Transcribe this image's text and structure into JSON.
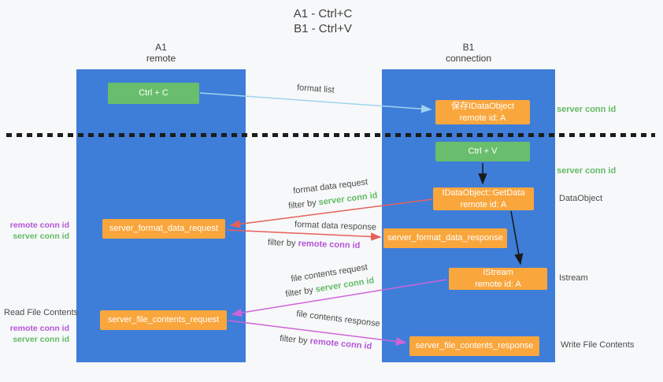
{
  "title": {
    "line1": "A1 - Ctrl+C",
    "line2": "B1 - Ctrl+V"
  },
  "columns": {
    "left": {
      "name": "A1",
      "subtitle": "remote"
    },
    "right": {
      "name": "B1",
      "subtitle": "connection"
    }
  },
  "nodes": {
    "ctrl_c": "Ctrl + C",
    "ctrl_v": "Ctrl + V",
    "save_dataobject": {
      "line1": "保存IDataObject",
      "line2": "remote id: A"
    },
    "getdata": {
      "line1": "IDataObject::GetData",
      "line2": "remote id: A"
    },
    "istream": {
      "line1": "IStream",
      "line2": "remote id: A"
    },
    "format_request": "server_format_data_request",
    "format_response": "server_format_data_response",
    "file_request": "server_file_contents_request",
    "file_response": "server_file_contents_response"
  },
  "arrow_labels": {
    "format_list": "format list",
    "format_data_request": "format data request",
    "format_data_response": "format data response",
    "file_contents_request": "file contents request",
    "file_contents_response": "file contents response",
    "filter_by": "filter by",
    "server_conn_id": "server conn id",
    "remote_conn_id": "remote conn id"
  },
  "side_labels": {
    "server_conn_id_top": "server conn id",
    "server_conn_id_mid": "server conn id",
    "dataobject": "DataObject",
    "istream": "Istream",
    "read_file_contents": "Read File Contents",
    "write_file_contents": "Write File Contents",
    "remote_conn_id": "remote conn id",
    "server_conn_id": "server conn id"
  },
  "colors": {
    "background": "#f7f8f9",
    "column_blue": "#3e7ed9",
    "node_green": "#68be6c",
    "node_orange": "#f9a63d",
    "arrow_blue": "#9fd4ee",
    "arrow_red": "#e8605a",
    "arrow_magenta": "#cf64d9",
    "arrow_black": "#1a1a1a",
    "text_green": "#63bb66",
    "text_purple": "#b455d8"
  }
}
